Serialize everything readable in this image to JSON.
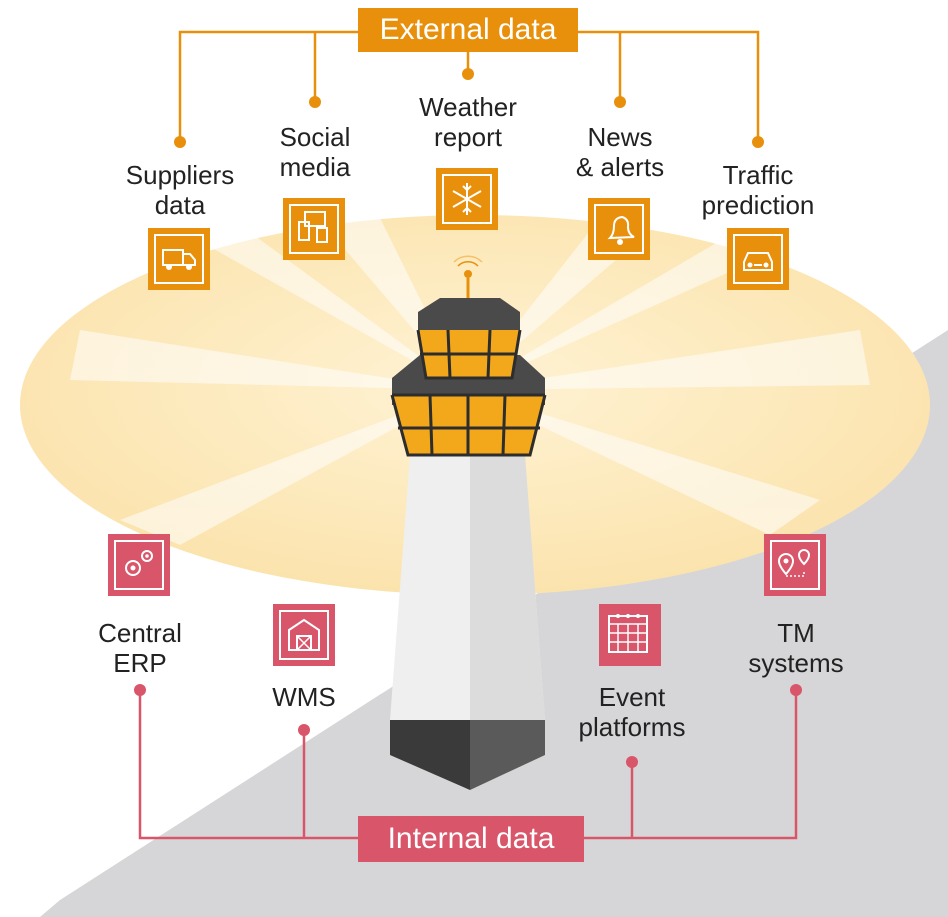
{
  "external": {
    "title": "External data",
    "color": "#e8900c",
    "sources": [
      {
        "label": "Suppliers\ndata",
        "icon": "truck-icon"
      },
      {
        "label": "Social\nmedia",
        "icon": "devices-icon"
      },
      {
        "label": "Weather\nreport",
        "icon": "snowflake-icon"
      },
      {
        "label": "News\n& alerts",
        "icon": "bell-icon"
      },
      {
        "label": "Traffic\nprediction",
        "icon": "car-icon"
      }
    ]
  },
  "internal": {
    "title": "Internal data",
    "color": "#d9566a",
    "sources": [
      {
        "label": "Central\nERP",
        "icon": "gears-icon"
      },
      {
        "label": "WMS",
        "icon": "warehouse-icon"
      },
      {
        "label": "Event\nplatforms",
        "icon": "calendar-icon"
      },
      {
        "label": "TM\nsystems",
        "icon": "route-map-icon"
      }
    ]
  }
}
